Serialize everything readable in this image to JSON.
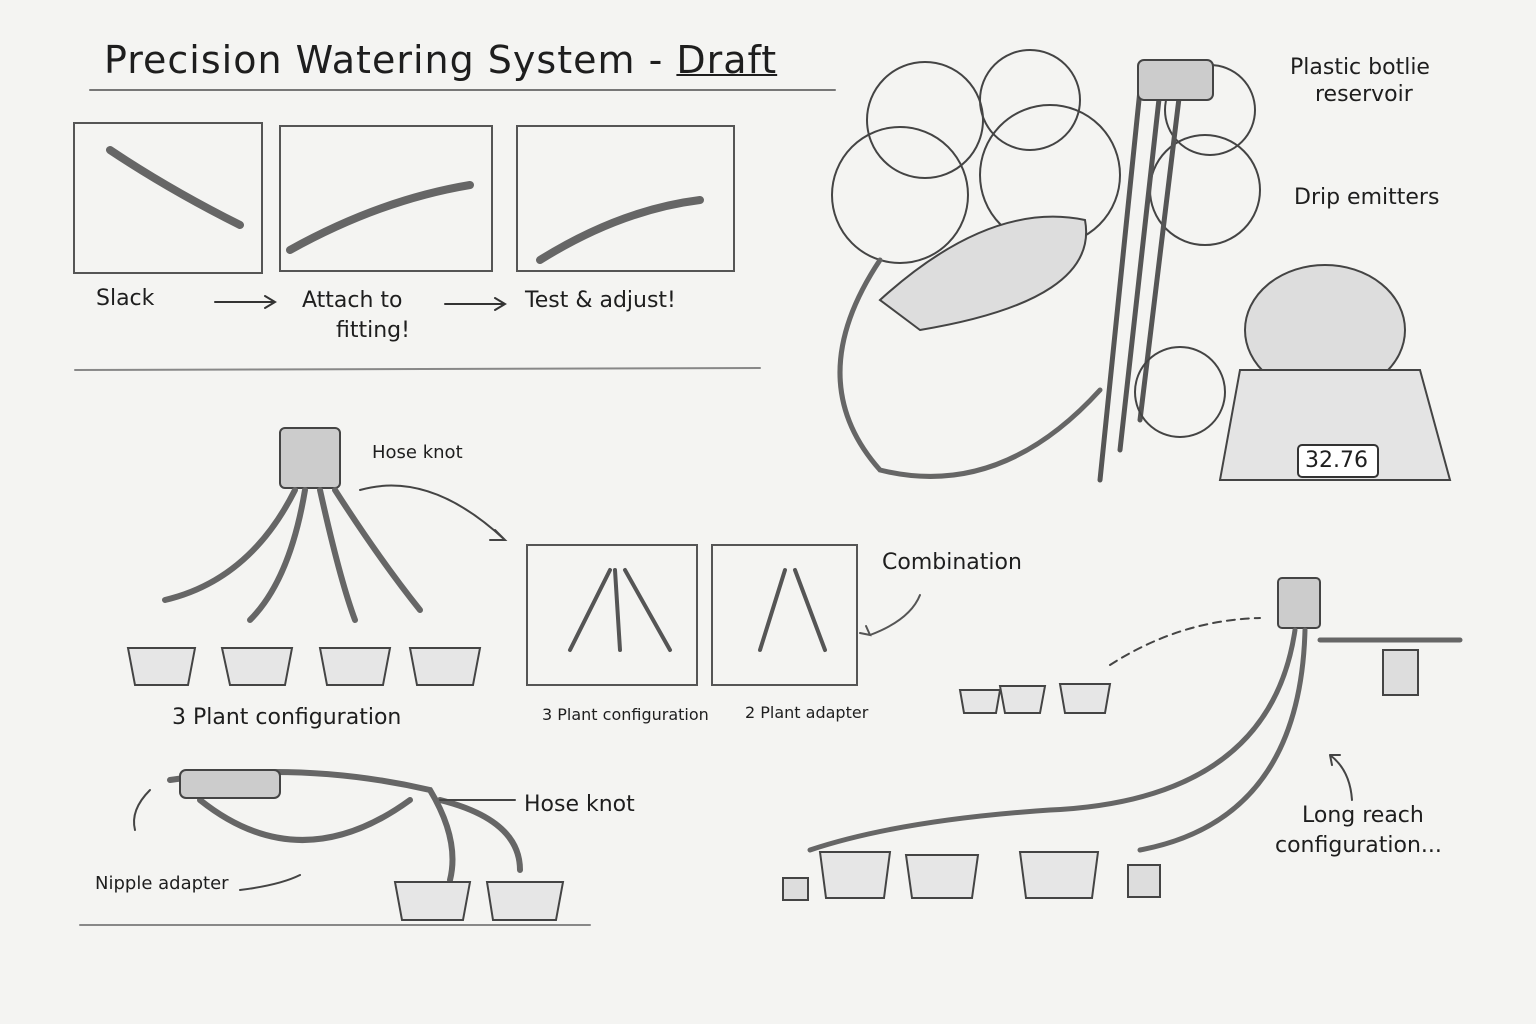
{
  "title": {
    "main": "Precision Watering System - ",
    "emphasis": "Draft"
  },
  "steps": [
    {
      "label": "Slack"
    },
    {
      "label": "Attach to",
      "label2": "fitting!"
    },
    {
      "label": "Test & adjust!"
    }
  ],
  "annotations": {
    "reservoir": "Plastic botlie",
    "reservoir2": "reservoir",
    "drip_emitters": "Drip emitters",
    "scale_reading": "32.76",
    "hose_knot_top": "Hose knot",
    "combination": "Combination",
    "three_plant_main": "3 Plant configuration",
    "three_plant_small": "3 Plant configuration",
    "two_plant_adapter": "2 Plant adapter",
    "hose_knot_bottom": "Hose knot",
    "nipple_adapter": "Nipple adapter",
    "long_reach": "Long reach",
    "long_reach2": "configuration..."
  }
}
